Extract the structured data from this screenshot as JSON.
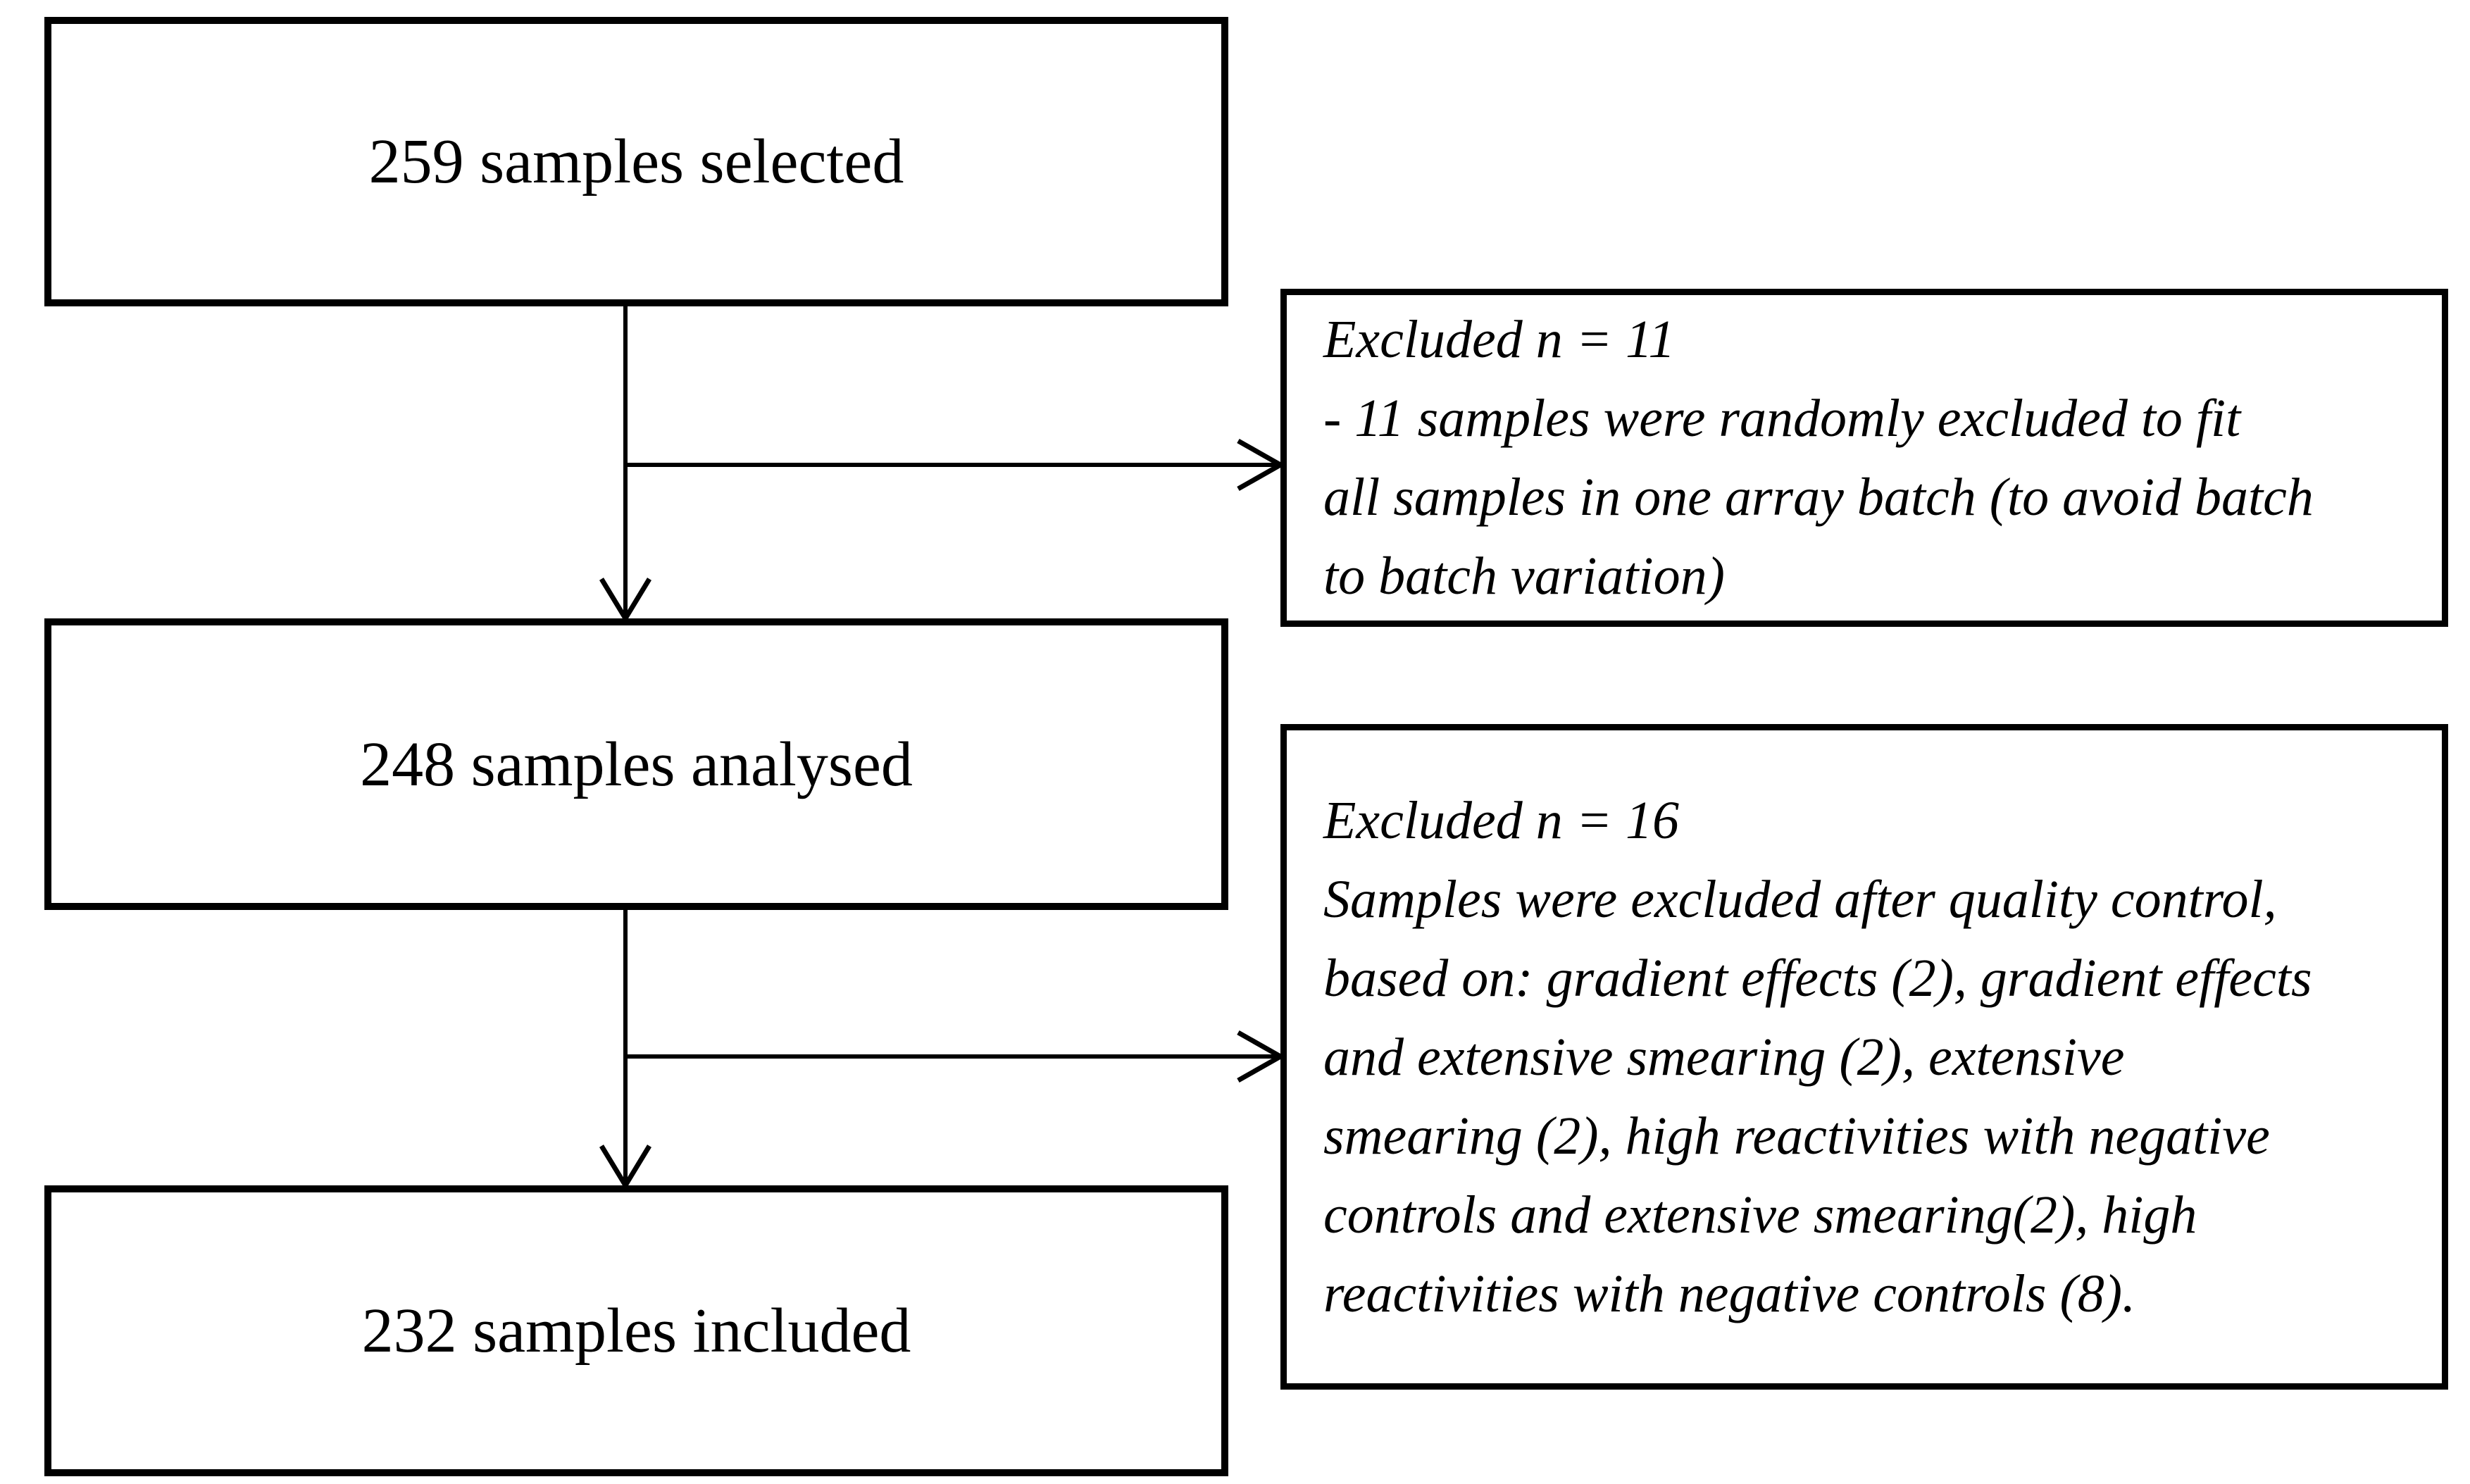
{
  "colors": {
    "ink": "#000000",
    "background": "#ffffff"
  },
  "boxes": {
    "selected": {
      "label": "259 samples selected"
    },
    "analysed": {
      "label": "248 samples analysed"
    },
    "included": {
      "label": "232 samples included"
    }
  },
  "excluded1": {
    "lines": [
      "Excluded n = 11",
      "- 11 samples were randomly excluded to fit",
      "all samples in one array batch (to avoid batch",
      "to batch variation)"
    ]
  },
  "excluded2": {
    "lines": [
      "Excluded n = 16",
      "Samples were excluded after quality control,",
      "based on: gradient effects (2), gradient effects",
      "and extensive smearing (2), extensive",
      "smearing (2), high reactivities with negative",
      "controls and extensive smearing(2), high",
      "reactivities with negative controls (8)."
    ]
  }
}
